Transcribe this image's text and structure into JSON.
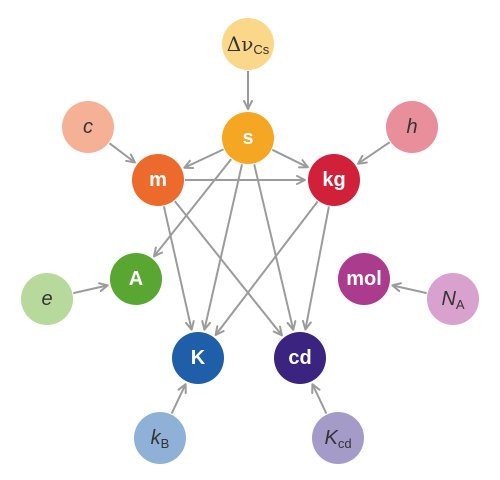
{
  "colors": {
    "arrow": "#9b9b9b"
  },
  "base_units": [
    {
      "id": "s",
      "label": "s",
      "color": "#f5a623"
    },
    {
      "id": "m",
      "label": "m",
      "color": "#ec6a2c"
    },
    {
      "id": "kg",
      "label": "kg",
      "color": "#d0203a"
    },
    {
      "id": "A",
      "label": "A",
      "color": "#5aa632"
    },
    {
      "id": "mol",
      "label": "mol",
      "color": "#ab3b8d"
    },
    {
      "id": "K",
      "label": "K",
      "color": "#1f5ea8"
    },
    {
      "id": "cd",
      "label": "cd",
      "color": "#3b2480"
    }
  ],
  "constants": [
    {
      "id": "dnu",
      "symbol": "Δν",
      "subscript": "Cs",
      "color": "#fbd78a"
    },
    {
      "id": "c",
      "symbol": "c",
      "subscript": "",
      "color": "#f4b196"
    },
    {
      "id": "h",
      "symbol": "h",
      "subscript": "",
      "color": "#e98f9b"
    },
    {
      "id": "e",
      "symbol": "e",
      "subscript": "",
      "color": "#b8d99c"
    },
    {
      "id": "NA",
      "symbol": "N",
      "subscript": "A",
      "color": "#d9a1cd"
    },
    {
      "id": "kB",
      "symbol": "k",
      "subscript": "B",
      "color": "#8fb1d8"
    },
    {
      "id": "Kcd",
      "symbol": "K",
      "subscript": "cd",
      "color": "#a59bc8"
    }
  ],
  "dependencies": [
    [
      "dnu",
      "s"
    ],
    [
      "c",
      "m"
    ],
    [
      "h",
      "kg"
    ],
    [
      "e",
      "A"
    ],
    [
      "NA",
      "mol"
    ],
    [
      "kB",
      "K"
    ],
    [
      "Kcd",
      "cd"
    ],
    [
      "s",
      "m"
    ],
    [
      "s",
      "kg"
    ],
    [
      "s",
      "A"
    ],
    [
      "s",
      "K"
    ],
    [
      "s",
      "cd"
    ],
    [
      "m",
      "kg"
    ],
    [
      "m",
      "K"
    ],
    [
      "m",
      "cd"
    ],
    [
      "kg",
      "K"
    ],
    [
      "kg",
      "cd"
    ]
  ]
}
